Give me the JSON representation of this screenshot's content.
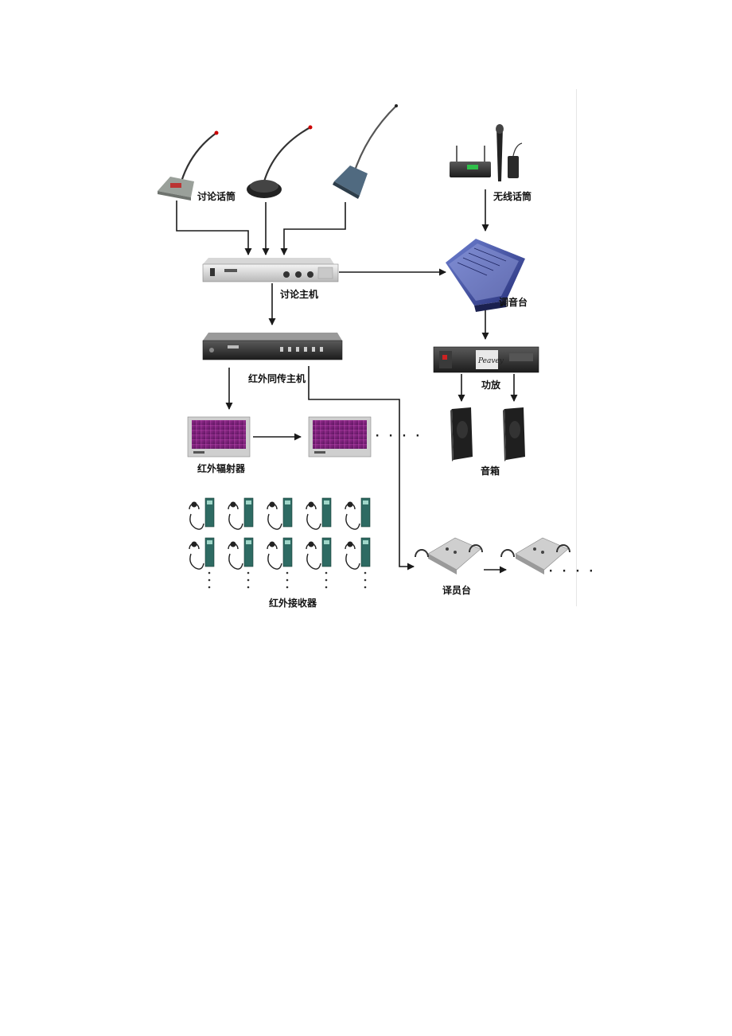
{
  "labels": {
    "discussion_mic": "讨论话筒",
    "wireless_mic": "无线话筒",
    "discussion_host": "讨论主机",
    "mixer": "调音台",
    "ir_host": "红外同传主机",
    "amplifier": "功放",
    "speakers": "音箱",
    "ir_radiator": "红外辐射器",
    "ir_receiver": "红外接收器",
    "interpreter_desk": "译员台"
  },
  "continuation_mark": "· · · ·",
  "colors": {
    "line": "#1a1a1a",
    "radiator_screen": "#7a1f78",
    "receiver_body": "#2e6b63",
    "mixer_body": "#3b4aa0"
  }
}
